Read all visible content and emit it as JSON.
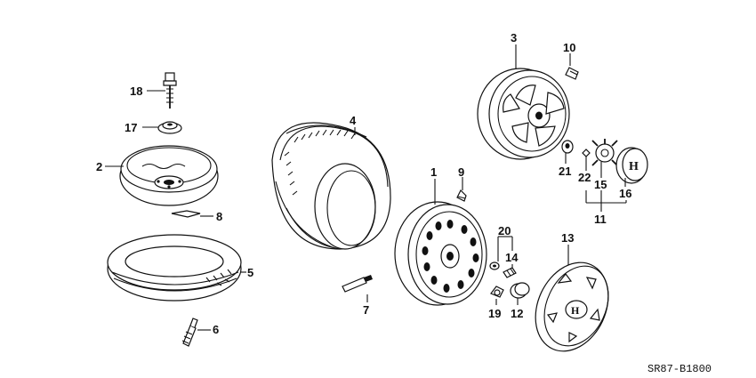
{
  "diagram": {
    "part_labels": {
      "p1": "1",
      "p2": "2",
      "p3": "3",
      "p4": "4",
      "p5": "5",
      "p6": "6",
      "p7": "7",
      "p8": "8",
      "p9": "9",
      "p10": "10",
      "p11": "11",
      "p12": "12",
      "p13": "13",
      "p14": "14",
      "p15": "15",
      "p16": "16",
      "p17": "17",
      "p18": "18",
      "p19": "19",
      "p20": "20",
      "p21": "21",
      "p22": "22"
    },
    "diagram_code": "SR87-B1800"
  }
}
